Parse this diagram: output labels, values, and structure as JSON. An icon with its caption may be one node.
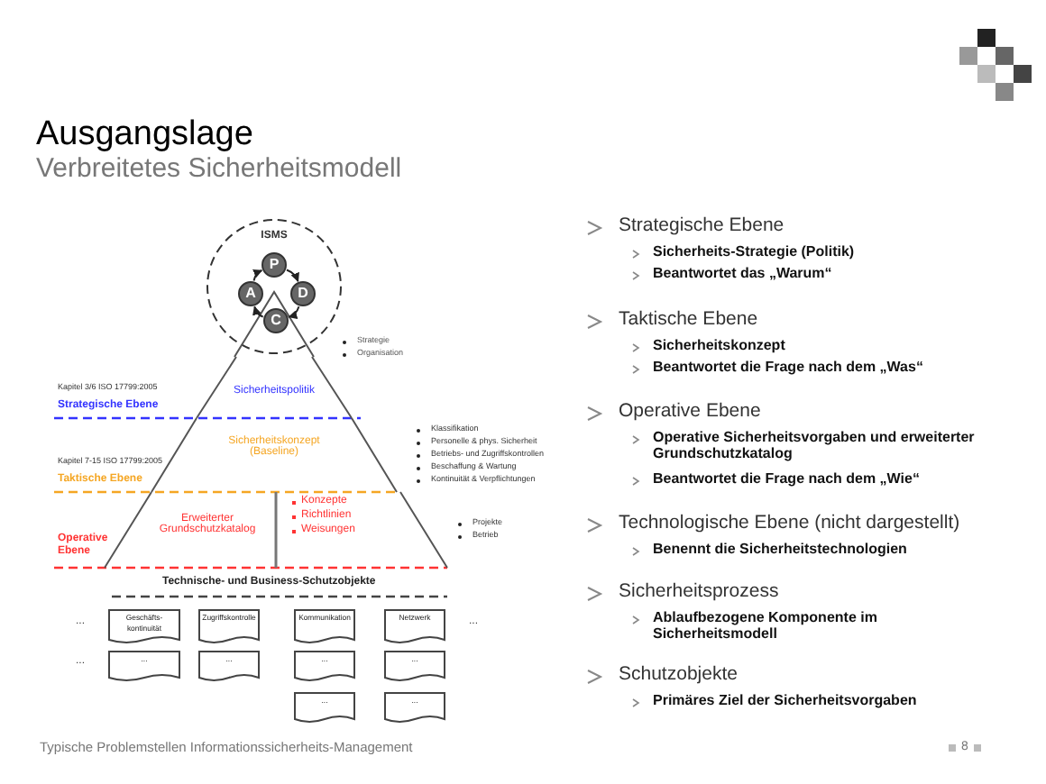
{
  "diagram": {
    "title": "Ausgangslage",
    "nodes": [
      {
        "text": [
          "ISMS"
        ]
      },
      {
        "text": [
          "P"
        ],
        "in": 0
      },
      {
        "text": [
          "D"
        ],
        "in": 0
      },
      {
        "text": [
          "C"
        ],
        "in": 0
      },
      {
        "text": [
          "A"
        ],
        "in": 0
      },
      {
        "text": [
          "Sicherheitspolitik"
        ]
      },
      {
        "text": [
          "Sicherheitskonzept (Baseline)"
        ]
      },
      {
        "text": [
          "Erweiterter Grundschutzkatalog",
          "Konzepte",
          "Richtlinien",
          "Weisungen"
        ]
      },
      {
        "text": [
          "Geschäfts- kontinuität"
        ]
      },
      {
        "text": [
          "Zugriffskontrolle"
        ]
      },
      {
        "text": [
          "Kommunikation"
        ]
      },
      {
        "text": [
          "Netzwerk"
        ]
      },
      {
        "text": [
          "..."
        ]
      },
      {
        "text": [
          "..."
        ]
      },
      {
        "text": [
          "..."
        ]
      },
      {
        "text": [
          "..."
        ]
      },
      {
        "text": [
          "..."
        ]
      },
      {
        "text": [
          "..."
        ]
      }
    ],
    "edges": [
      {
        "from": 1,
        "to": 2,
        "arrow": "to"
      },
      {
        "from": 2,
        "to": 3,
        "arrow": "to"
      },
      {
        "from": 3,
        "to": 4,
        "arrow": "to"
      },
      {
        "from": 4,
        "to": 1,
        "arrow": "to"
      }
    ],
    "labels": [
      "Verbreitetes Sicherheitsmodell",
      "Strategie",
      "Organisation",
      "Kapitel 3/6 ISO 17799:2005",
      "Strategische Ebene",
      "Klassifikation",
      "Personelle & phys. Sicherheit",
      "Betriebs- und Zugriffskontrollen",
      "Beschaffung & Wartung",
      "Kontinuität & Verpflichtungen",
      "Kapitel 7-15 ISO 17799:2005",
      "Taktische Ebene",
      "Projekte",
      "Betrieb",
      "Operative Ebene",
      "Technische- und Business-Schutzobjekte",
      "...",
      "...",
      "...",
      "Strategische Ebene",
      "Sicherheits-Strategie (Politik)",
      "Beantwortet das „Warum“",
      "Taktische Ebene",
      "Sicherheitskonzept",
      "Beantwortet die Frage nach dem „Was“",
      "Operative Ebene",
      "Operative Sicherheitsvorgaben und erweiterter Grundschutzkatalog",
      "Beantwortet die Frage nach dem „Wie“",
      "Technologische Ebene (nicht dargestellt)",
      "Benennt die Sicherheitstechnologien",
      "Sicherheitsprozess",
      "Ablaufbezogene Komponente im Sicherheitsmodell",
      "Schutzobjekte",
      "Primäres Ziel der Sicherheitsvorgaben",
      "Typische Problemstellen Informationssicherheits-Management",
      "8"
    ]
  }
}
